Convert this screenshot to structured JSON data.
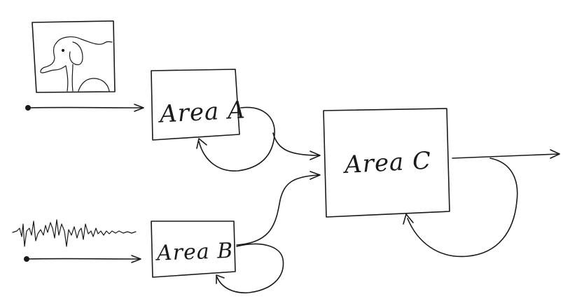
{
  "diagram": {
    "nodes": [
      {
        "id": "area_a",
        "label": "Area A"
      },
      {
        "id": "area_b",
        "label": "Area B"
      },
      {
        "id": "area_c",
        "label": "Area C"
      }
    ],
    "inputs": [
      {
        "id": "image_input",
        "depicts": "elephant-drawing",
        "target": "area_a"
      },
      {
        "id": "audio_input",
        "depicts": "waveform",
        "target": "area_b"
      }
    ],
    "edges": [
      {
        "from": "image_input",
        "to": "area_a"
      },
      {
        "from": "audio_input",
        "to": "area_b"
      },
      {
        "from": "area_a",
        "to": "area_a",
        "kind": "self-loop"
      },
      {
        "from": "area_b",
        "to": "area_b",
        "kind": "self-loop"
      },
      {
        "from": "area_c",
        "to": "area_c",
        "kind": "self-loop"
      },
      {
        "from": "area_a",
        "to": "area_c"
      },
      {
        "from": "area_b",
        "to": "area_c"
      },
      {
        "from": "area_c",
        "to": "output"
      }
    ]
  }
}
